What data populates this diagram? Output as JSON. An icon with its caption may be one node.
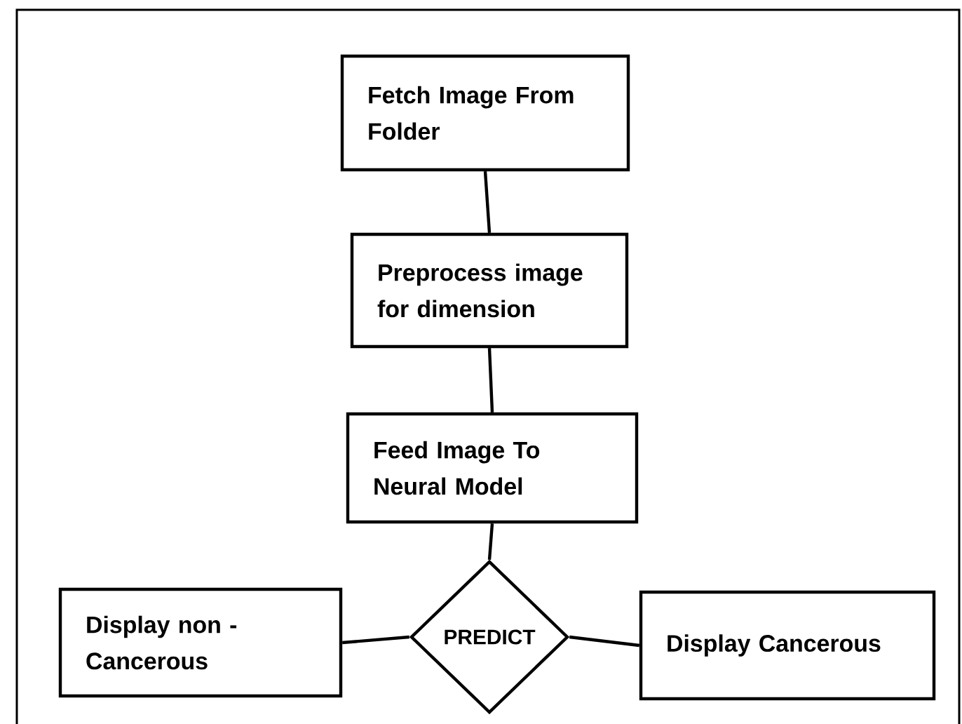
{
  "diagram": {
    "nodes": [
      {
        "text": [
          "Fetch Image From Folder"
        ]
      },
      {
        "text": [
          "Preprocess image for dimension"
        ]
      },
      {
        "text": [
          "Feed Image To Neural Model"
        ]
      },
      {
        "text": [
          "PREDICT"
        ]
      },
      {
        "text": [
          "Display non - Cancerous"
        ]
      },
      {
        "text": [
          "Display Cancerous"
        ]
      }
    ],
    "edges": [
      {
        "from": 0,
        "to": 1,
        "arrow": "none"
      },
      {
        "from": 1,
        "to": 2,
        "arrow": "none"
      },
      {
        "from": 2,
        "to": 3,
        "arrow": "none"
      },
      {
        "from": 3,
        "to": 4,
        "arrow": "none"
      },
      {
        "from": 3,
        "to": 5,
        "arrow": "none"
      }
    ]
  }
}
